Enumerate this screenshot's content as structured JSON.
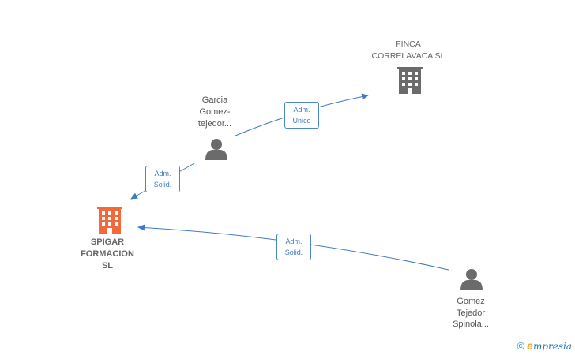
{
  "colors": {
    "edge": "#3e7bc4",
    "main_company": "#f26a3b",
    "company": "#6b6b6b",
    "person": "#6b6b6b"
  },
  "nodes": {
    "spigar": {
      "line1": "SPIGAR",
      "line2": "FORMACION",
      "line3": "SL",
      "icon": "building-icon"
    },
    "finca": {
      "line1": "FINCA",
      "line2": "CORRELAVACA SL",
      "icon": "building-icon"
    },
    "garcia": {
      "line1": "Garcia",
      "line2": "Gomez-",
      "line3": "tejedor...",
      "icon": "person-icon"
    },
    "gomez": {
      "line1": "Gomez",
      "line2": "Tejedor",
      "line3": "Spinola...",
      "icon": "person-icon"
    }
  },
  "edges": {
    "garcia_finca": {
      "line1": "Adm.",
      "line2": "Unico"
    },
    "garcia_spigar": {
      "line1": "Adm.",
      "line2": "Solid."
    },
    "gomez_spigar": {
      "line1": "Adm.",
      "line2": "Solid."
    }
  },
  "footer": {
    "copyright": "©",
    "brand_initial": "e",
    "brand_rest": "mpresia"
  }
}
